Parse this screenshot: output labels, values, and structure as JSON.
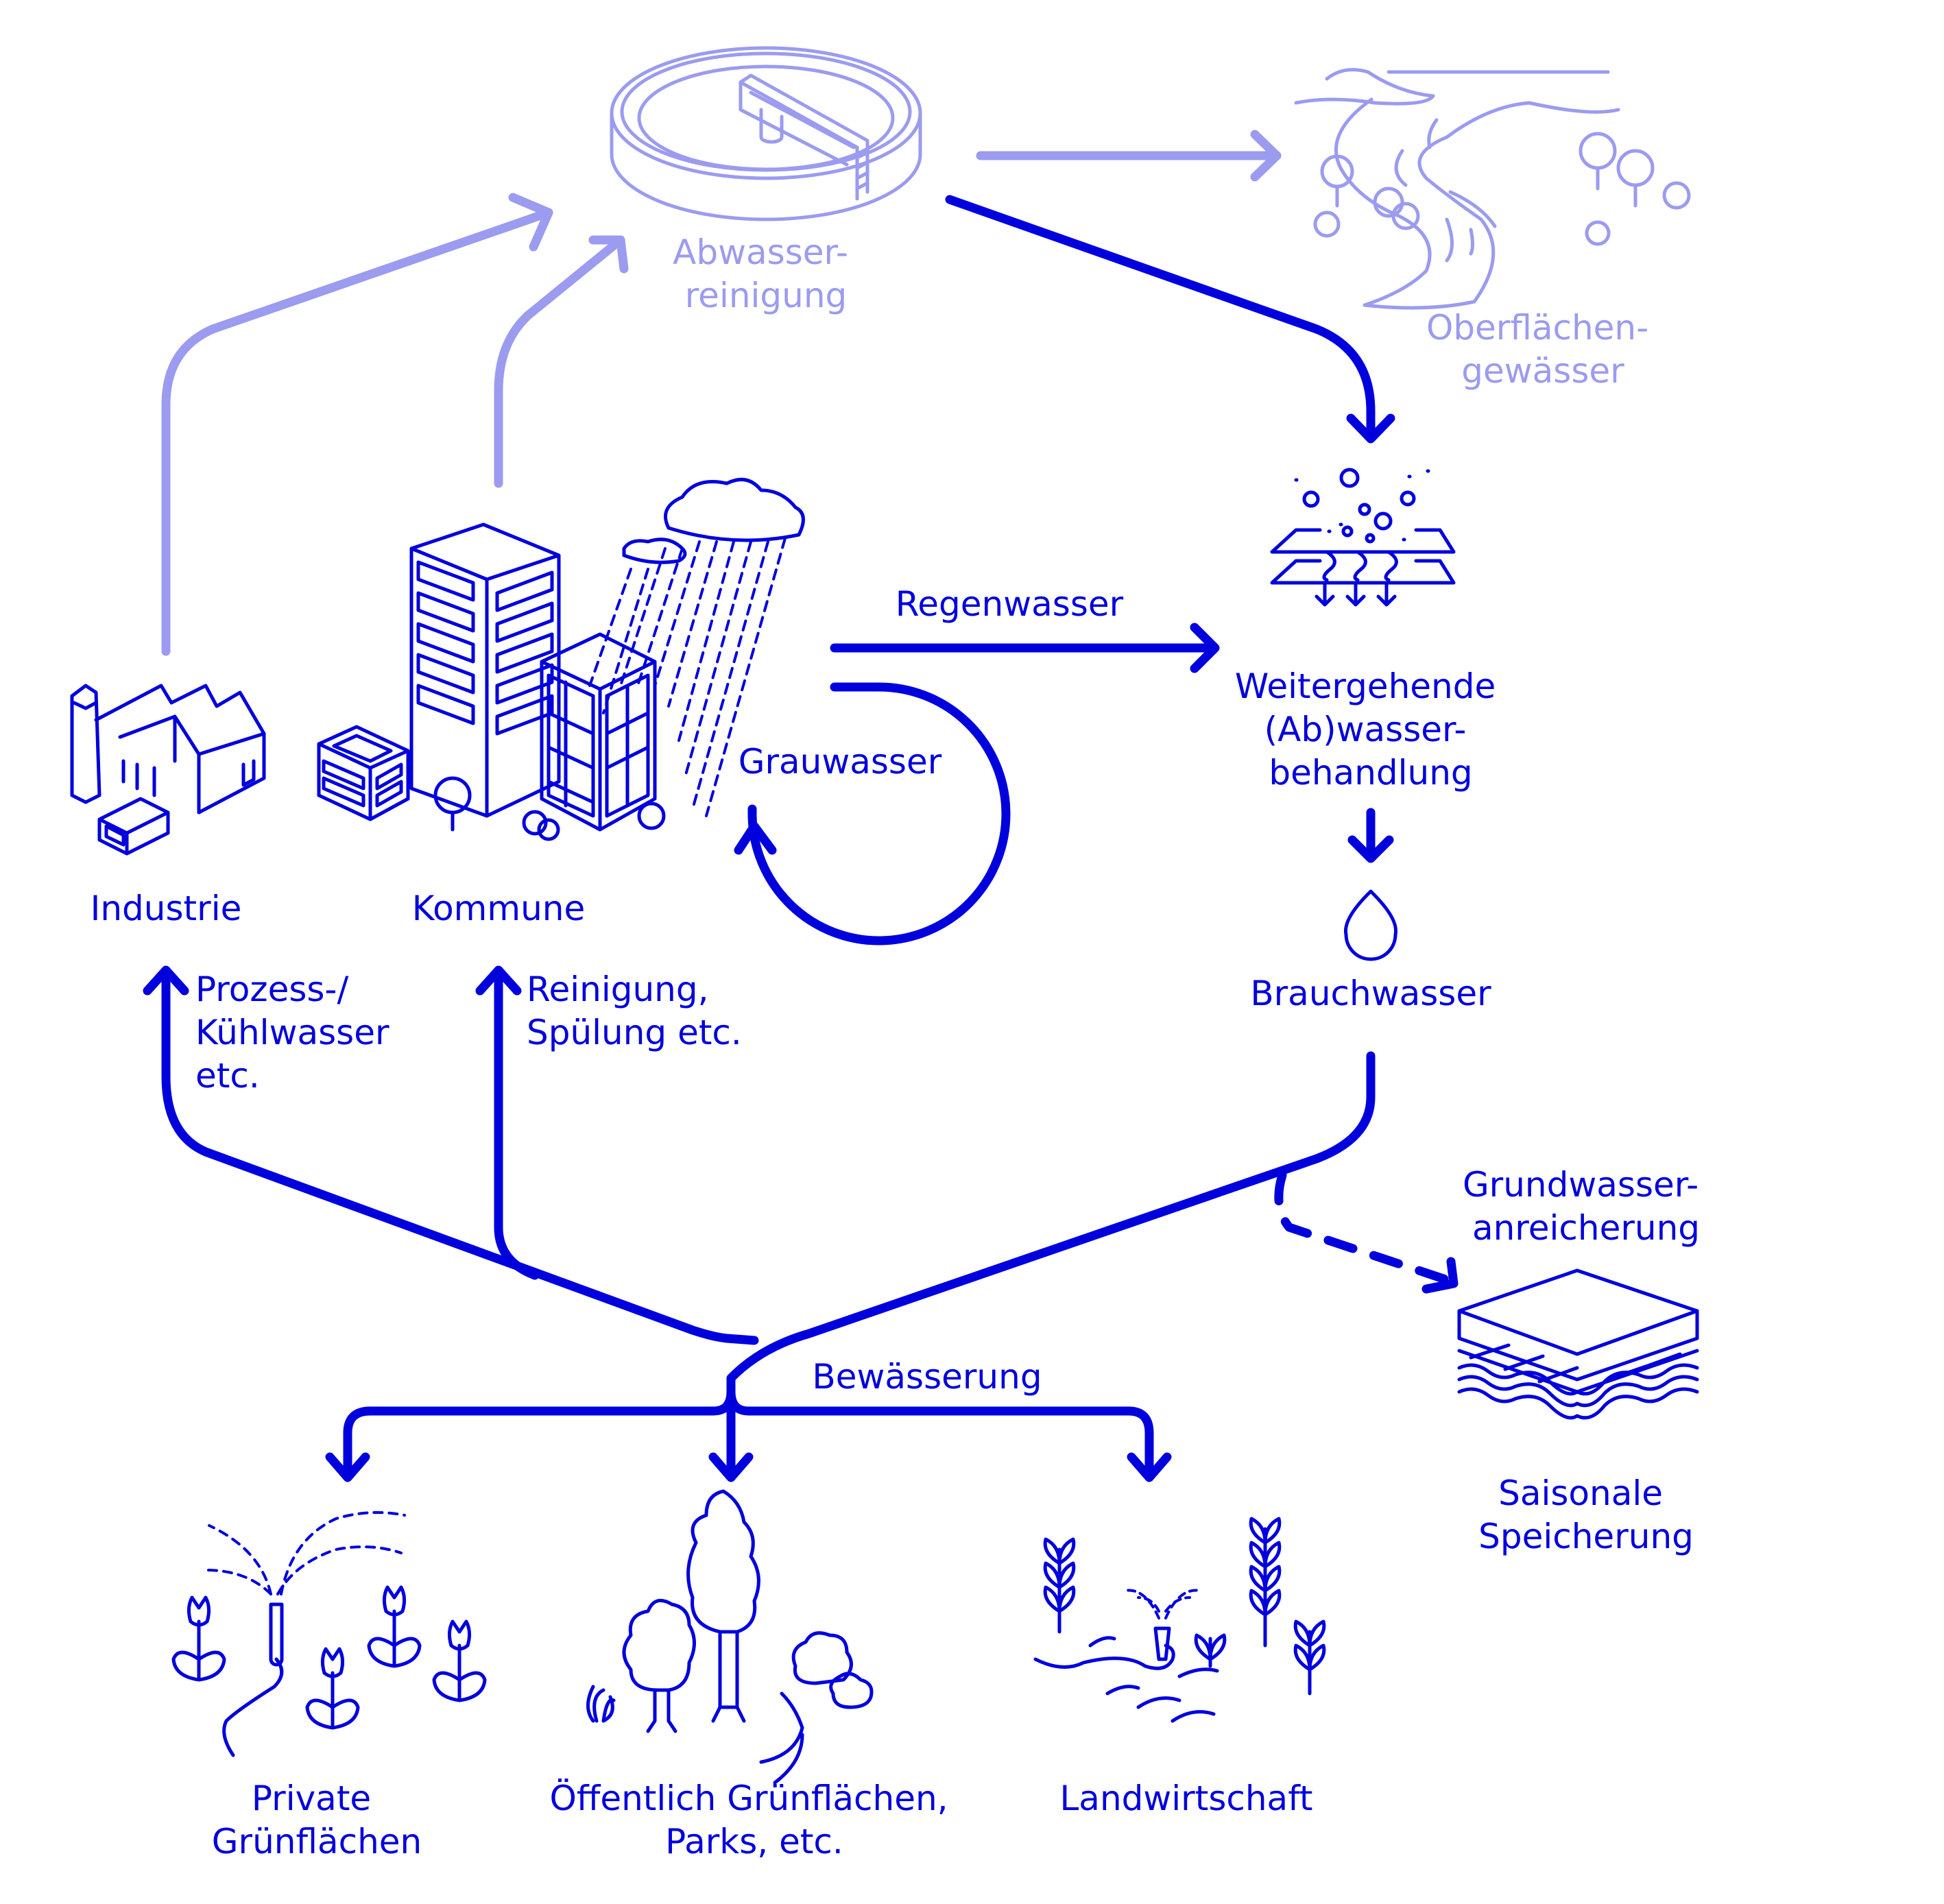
{
  "colors": {
    "primary": "#0000DD",
    "secondary": "#9B9BF0",
    "background": "#FFFFFF"
  },
  "nodes": {
    "abwasserreinigung": [
      "Abwasser-",
      "reinigung"
    ],
    "oberflaechengewaesser": [
      "Oberflächen-",
      "gewässer"
    ],
    "weitergehende": [
      "Weitergehende",
      "(Ab)wasser-",
      "behandlung"
    ],
    "brauchwasser": [
      "Brauchwasser"
    ],
    "industrie": [
      "Industrie"
    ],
    "kommune": [
      "Kommune"
    ],
    "grundwasser": [
      "Grundwasser-",
      "anreicherung"
    ],
    "saisonale": [
      "Saisonale",
      "Speicherung"
    ],
    "private": [
      "Private",
      "Grünflächen"
    ],
    "oeffentlich": [
      "Öffentlich Grünflächen,",
      "Parks, etc."
    ],
    "landwirtschaft": [
      "Landwirtschaft"
    ]
  },
  "flows": {
    "regenwasser": [
      "Regenwasser"
    ],
    "grauwasser": [
      "Grauwasser"
    ],
    "prozess": [
      "Prozess-/",
      "Kühlwasser",
      "etc."
    ],
    "reinigung": [
      "Reinigung,",
      "Spülung etc."
    ],
    "bewaesserung": [
      "Bewässerung"
    ]
  },
  "icons": {
    "clarifier": "wastewater-treatment-basin-icon",
    "river": "river-landscape-icon",
    "filter": "advanced-treatment-filter-icon",
    "drop": "water-drop-icon",
    "factory": "factory-icon",
    "city": "city-buildings-rain-icon",
    "aquifer": "aquifer-layers-icon",
    "garden": "sprinkler-tulips-icon",
    "park": "trees-park-icon",
    "farm": "crops-irrigation-icon"
  }
}
